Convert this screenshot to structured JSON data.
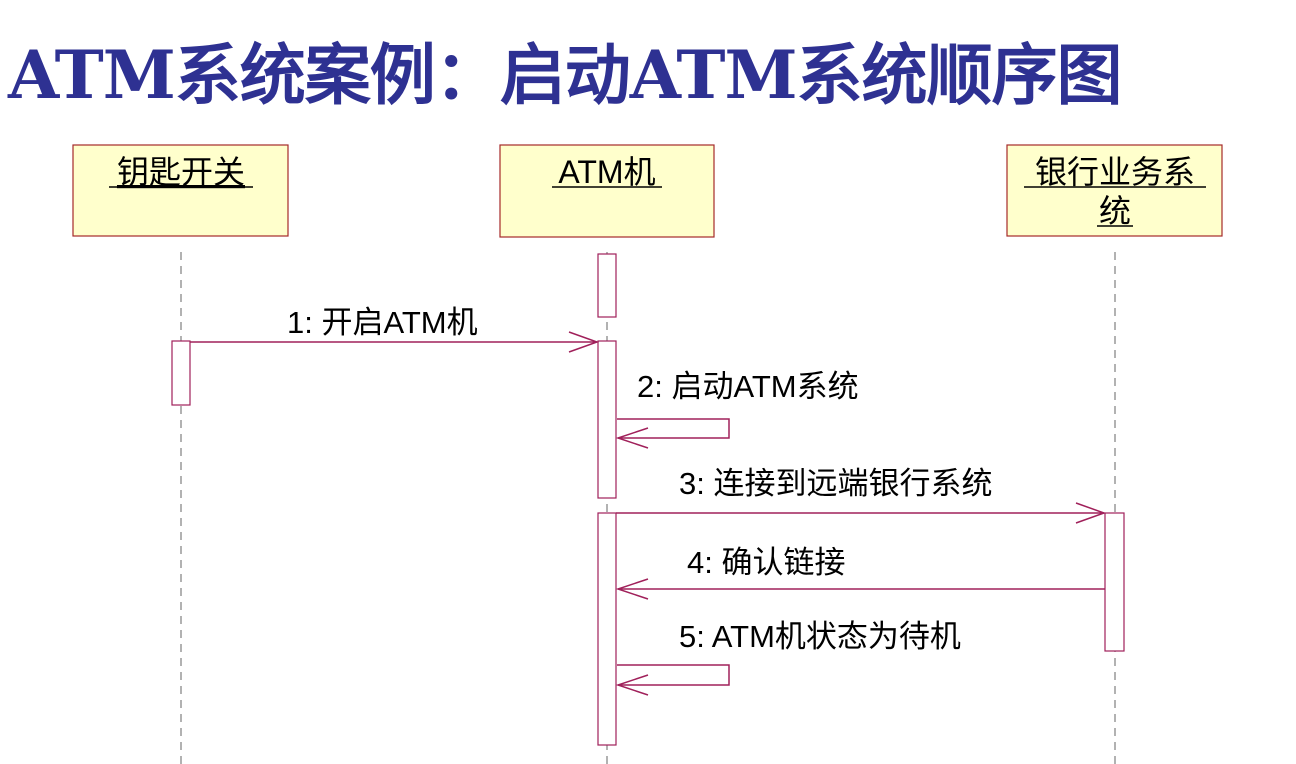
{
  "title": "ATM系统案例：启动ATM系统顺序图",
  "objects": [
    {
      "id": "key",
      "label": "钥匙开关"
    },
    {
      "id": "atm",
      "label": "ATM机"
    },
    {
      "id": "bank",
      "label": "银行业务系统"
    }
  ],
  "messages": [
    {
      "label": "1: 开启ATM机",
      "from": "key",
      "to": "atm"
    },
    {
      "label": "2: 启动ATM系统",
      "from": "atm",
      "to": "atm"
    },
    {
      "label": "3: 连接到远端银行系统",
      "from": "atm",
      "to": "bank"
    },
    {
      "label": "4: 确认链接",
      "from": "bank",
      "to": "atm"
    },
    {
      "label": "5: ATM机状态为待机",
      "from": "atm",
      "to": "atm"
    }
  ],
  "colors": {
    "title": "#2e3192",
    "object_fill": "#ffffcc",
    "object_border": "#a52a2a",
    "message_line": "#a0205a",
    "lifeline": "#999999"
  }
}
